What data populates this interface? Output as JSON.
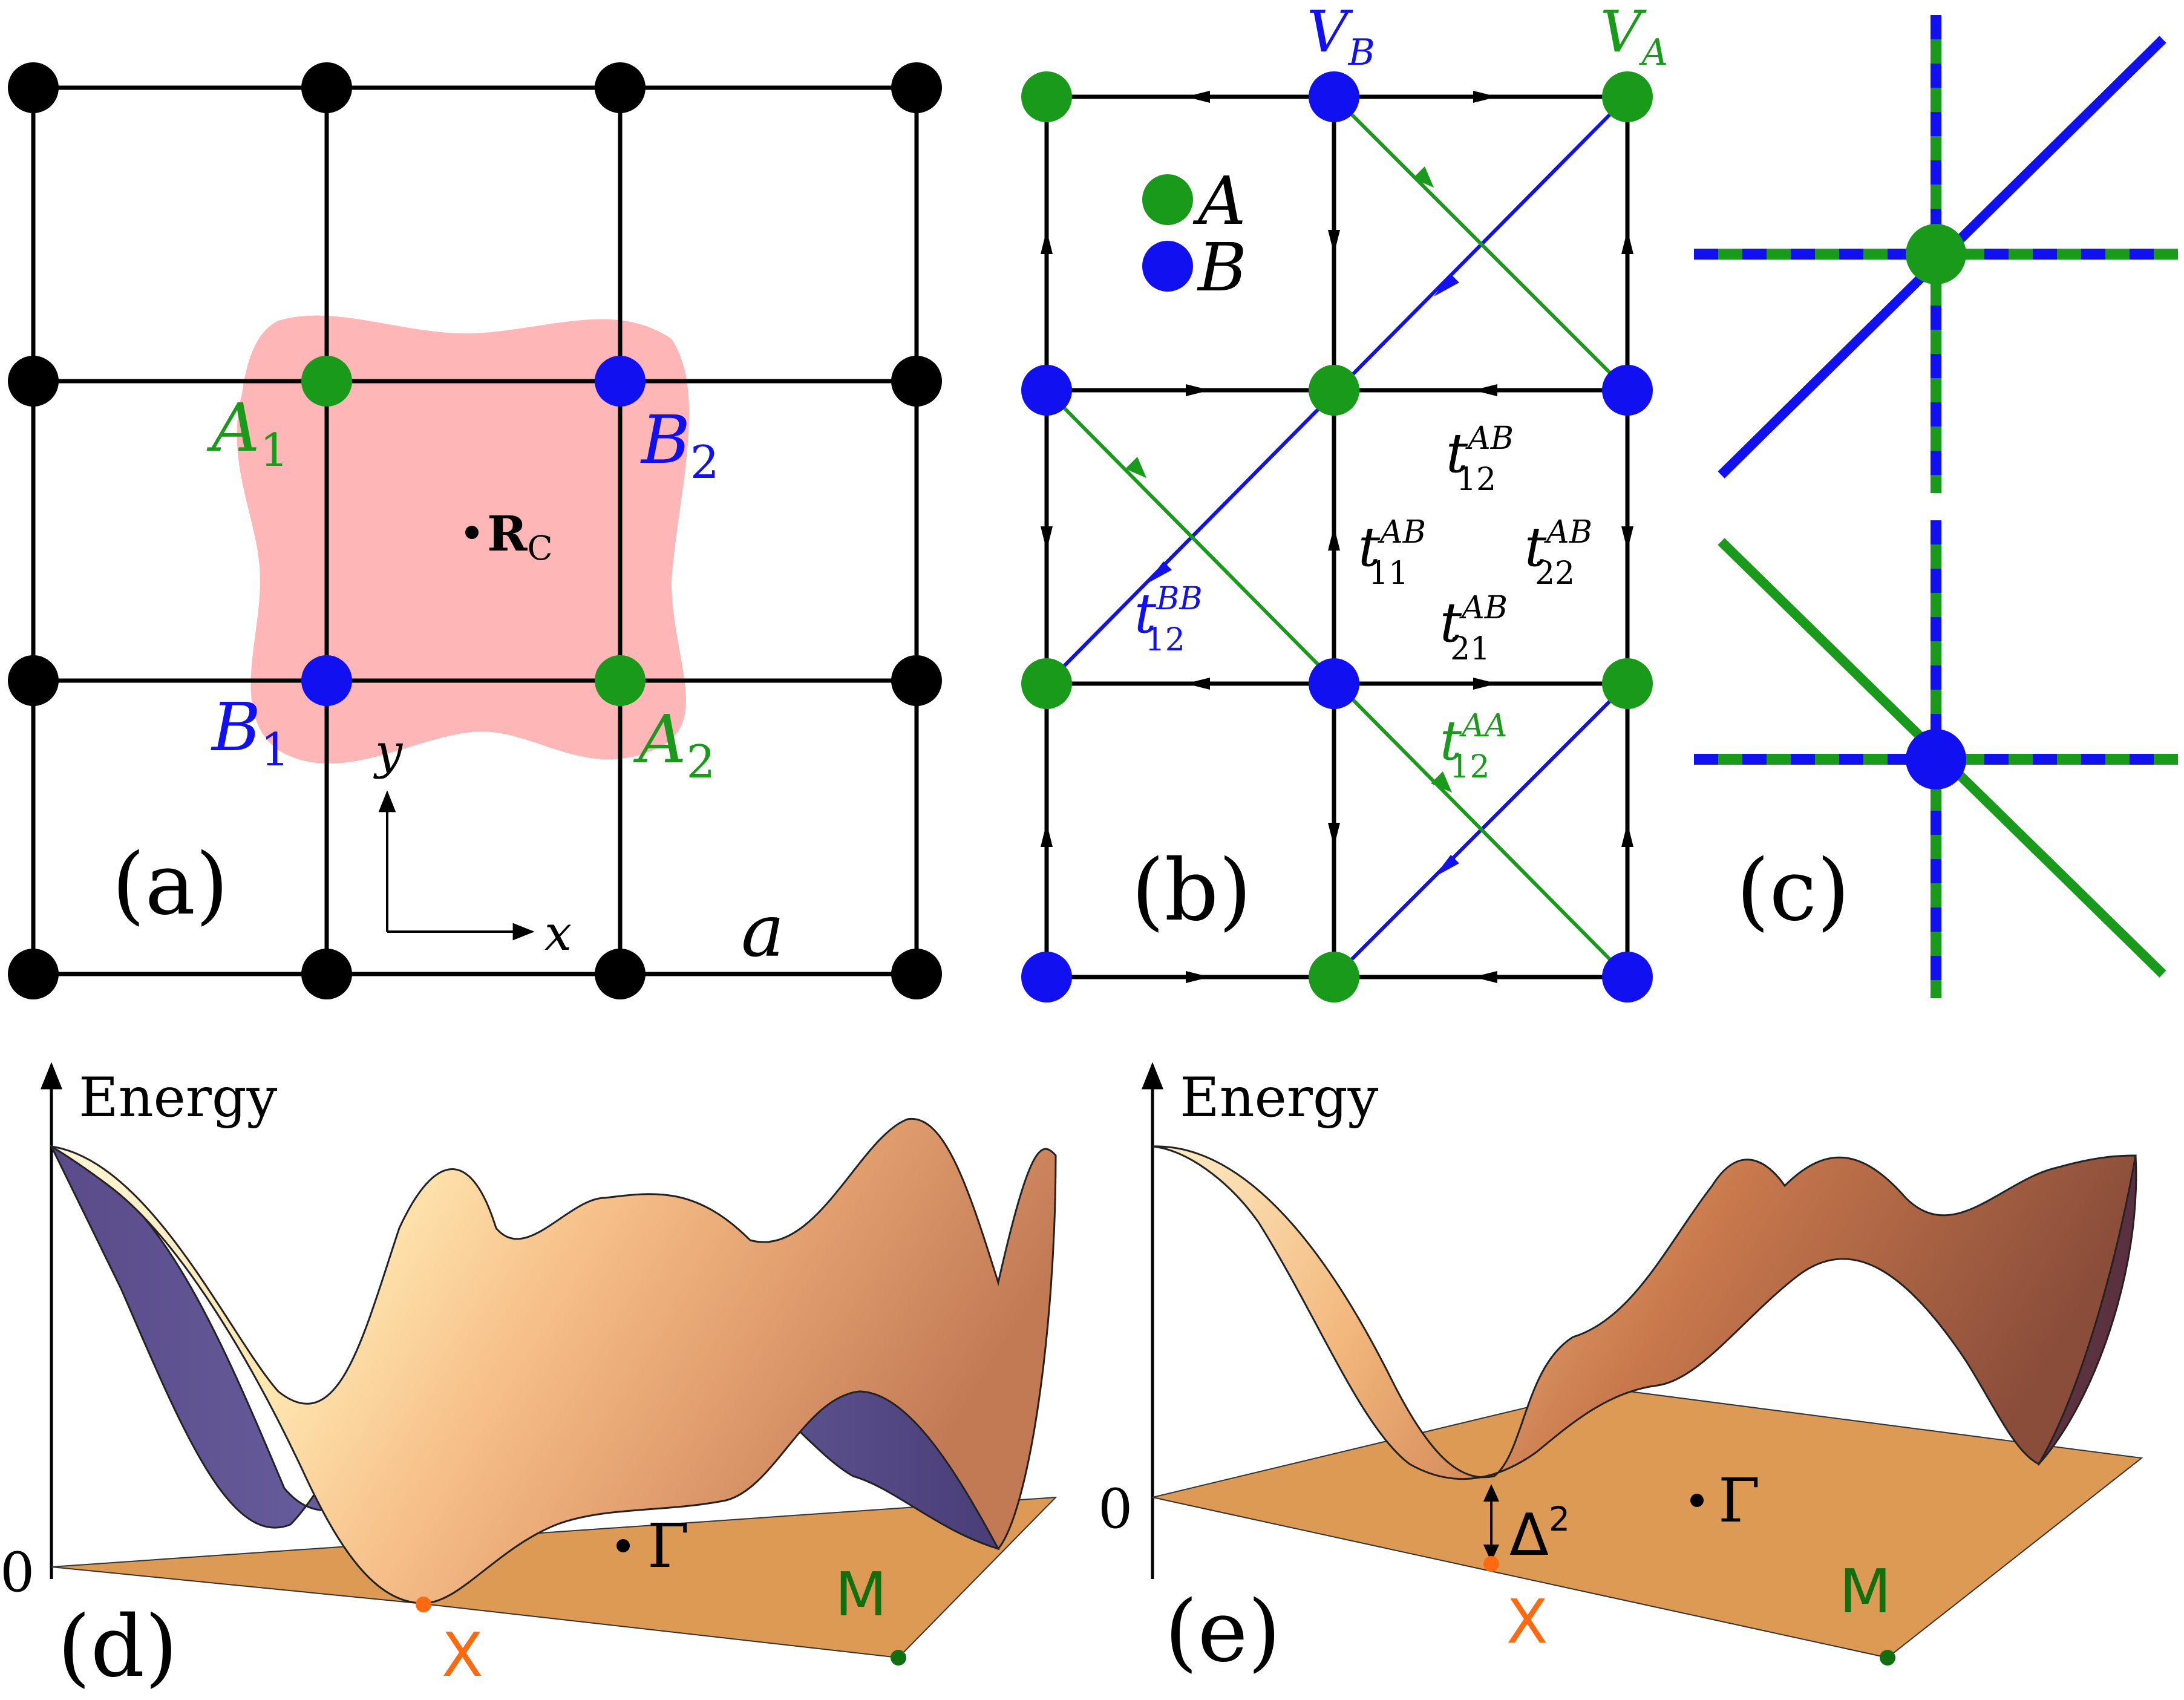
{
  "colors": {
    "site_a": "#1a9a1a",
    "site_b": "#1010f0",
    "site_plain": "#000000",
    "wannier_blob": "#ffb6b6",
    "x_point": "#ff6a10",
    "m_point": "#107010",
    "plane": "#dc9a55"
  },
  "panel_a": {
    "label": "(a)",
    "site_labels": {
      "A1": "A",
      "A1_sub": "1",
      "B1": "B",
      "B1_sub": "1",
      "A2": "A",
      "A2_sub": "2",
      "B2": "B",
      "B2_sub": "2"
    },
    "center": "R",
    "center_sub": "C",
    "axis_x": "x",
    "axis_y": "y",
    "lattice_constant": "a"
  },
  "panel_b": {
    "label": "(b)",
    "vertex_a": "V",
    "vertex_a_sub": "A",
    "vertex_b": "V",
    "vertex_b_sub": "B",
    "legend": [
      {
        "glyph": "A",
        "icon": "green-dot"
      },
      {
        "glyph": "B",
        "icon": "blue-dot"
      }
    ],
    "hoppings": [
      {
        "t": "t",
        "sup": "AB",
        "sub": "12"
      },
      {
        "t": "t",
        "sup": "AB",
        "sub": "11"
      },
      {
        "t": "t",
        "sup": "AB",
        "sub": "22"
      },
      {
        "t": "t",
        "sup": "AB",
        "sub": "21"
      },
      {
        "t": "t",
        "sup": "BB",
        "sub": "12"
      },
      {
        "t": "t",
        "sup": "AA",
        "sub": "12"
      }
    ]
  },
  "panel_c": {
    "label": "(c)"
  },
  "panel_d": {
    "label": "(d)",
    "axis": "Energy",
    "zero": "0",
    "gamma": "Γ",
    "x_point": "X",
    "m_point": "M"
  },
  "panel_e": {
    "label": "(e)",
    "axis": "Energy",
    "zero": "0",
    "gamma": "Γ",
    "x_point": "X",
    "m_point": "M",
    "gap": "Δ",
    "gap_sup": "2"
  }
}
